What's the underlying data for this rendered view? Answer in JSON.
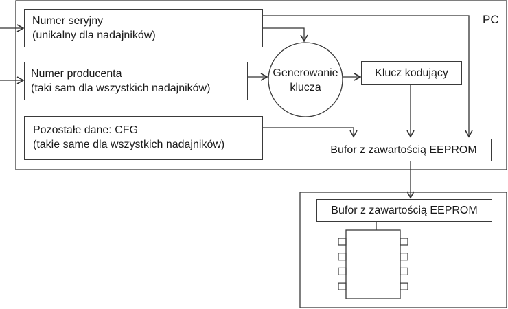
{
  "pc_section": {
    "label": "PC",
    "serial_number": {
      "line1": "Numer seryjny",
      "line2": "(unikalny dla nadajników)"
    },
    "manufacturer_number": {
      "line1": "Numer producenta",
      "line2": "(taki sam dla wszystkich nadajników)"
    },
    "other_data": {
      "line1": "Pozostałe dane: CFG",
      "line2": "(takie same dla wszystkich nadajników)"
    },
    "key_generation": {
      "line1": "Generowanie",
      "line2": "klucza"
    },
    "encoding_key": "Klucz kodujący",
    "eeprom_buffer": "Bufor z zawartością EEPROM"
  },
  "device_section": {
    "eeprom_buffer": "Bufor z zawartością EEPROM",
    "chip": {
      "icon": "eeprom-chip-icon",
      "pins_per_side": 4
    }
  }
}
